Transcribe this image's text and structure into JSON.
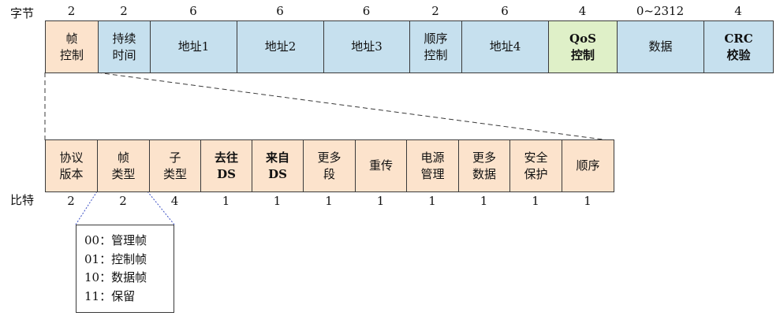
{
  "labels": {
    "bytes": "字节",
    "bits": "比特"
  },
  "colors": {
    "blue": "#c6e0ee",
    "orange": "#fce3cc",
    "green": "#dff0c8",
    "border": "#3a3a3a"
  },
  "frame_fields": [
    {
      "label": "帧\n控制",
      "size": "2",
      "color": "orange"
    },
    {
      "label": "持续\n时间",
      "size": "2",
      "color": "blue"
    },
    {
      "label": "地址1",
      "size": "6",
      "color": "blue"
    },
    {
      "label": "地址2",
      "size": "6",
      "color": "blue"
    },
    {
      "label": "地址3",
      "size": "6",
      "color": "blue"
    },
    {
      "label": "顺序\n控制",
      "size": "2",
      "color": "blue"
    },
    {
      "label": "地址4",
      "size": "6",
      "color": "blue"
    },
    {
      "label": "QoS\n控制",
      "size": "4",
      "color": "green"
    },
    {
      "label": "数据",
      "size": "0~2312",
      "color": "blue"
    },
    {
      "label": "CRC\n校验",
      "size": "4",
      "color": "blue"
    }
  ],
  "control_fields": [
    {
      "label": "协议\n版本",
      "size": "2"
    },
    {
      "label": "帧\n类型",
      "size": "2"
    },
    {
      "label": "子\n类型",
      "size": "4"
    },
    {
      "label": "去往\nDS",
      "size": "1"
    },
    {
      "label": "来自\nDS",
      "size": "1"
    },
    {
      "label": "更多\n段",
      "size": "1"
    },
    {
      "label": "重传",
      "size": "1"
    },
    {
      "label": "电源\n管理",
      "size": "1"
    },
    {
      "label": "更多\n数据",
      "size": "1"
    },
    {
      "label": "安全\n保护",
      "size": "1"
    },
    {
      "label": "顺序",
      "size": "1"
    }
  ],
  "frame_type_legend": [
    "00：管理帧",
    "01：控制帧",
    "10：数据帧",
    "11：保留"
  ]
}
